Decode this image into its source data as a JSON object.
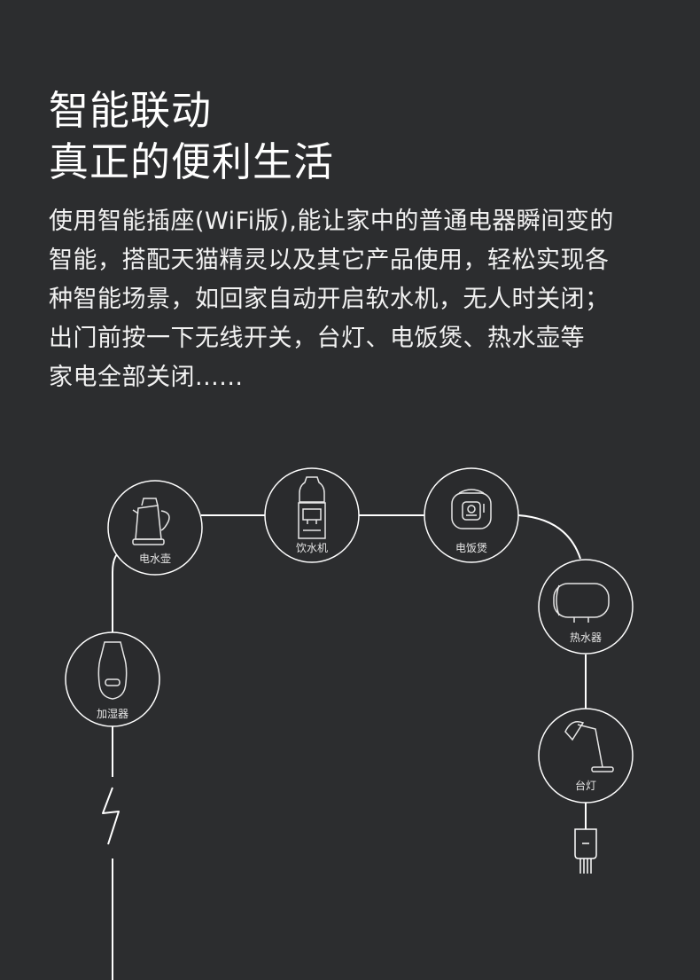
{
  "headline": {
    "line1": "智能联动",
    "line2": "真正的便利生活"
  },
  "description": {
    "lines": [
      "使用智能插座(WiFi版),能让家中的普通电器瞬间变的",
      "智能，搭配天猫精灵以及其它产品使用，轻松实现各",
      "种智能场景，如回家自动开启软水机，无人时关闭；",
      "出门前按一下无线开关，台灯、电饭煲、热水壶等",
      "家电全部关闭......"
    ]
  },
  "devices": {
    "kettle": {
      "label": "电水壶",
      "icon": "electric-kettle-icon"
    },
    "dispenser": {
      "label": "饮水机",
      "icon": "water-dispenser-icon"
    },
    "cooker": {
      "label": "电饭煲",
      "icon": "rice-cooker-icon"
    },
    "heater": {
      "label": "热水器",
      "icon": "water-heater-icon"
    },
    "lamp": {
      "label": "台灯",
      "icon": "desk-lamp-icon"
    },
    "humidifier": {
      "label": "加湿器",
      "icon": "humidifier-icon"
    }
  },
  "colors": {
    "background": "#2c2d2f",
    "line": "#ffffff",
    "circle_fill": "#2a2b2d"
  }
}
